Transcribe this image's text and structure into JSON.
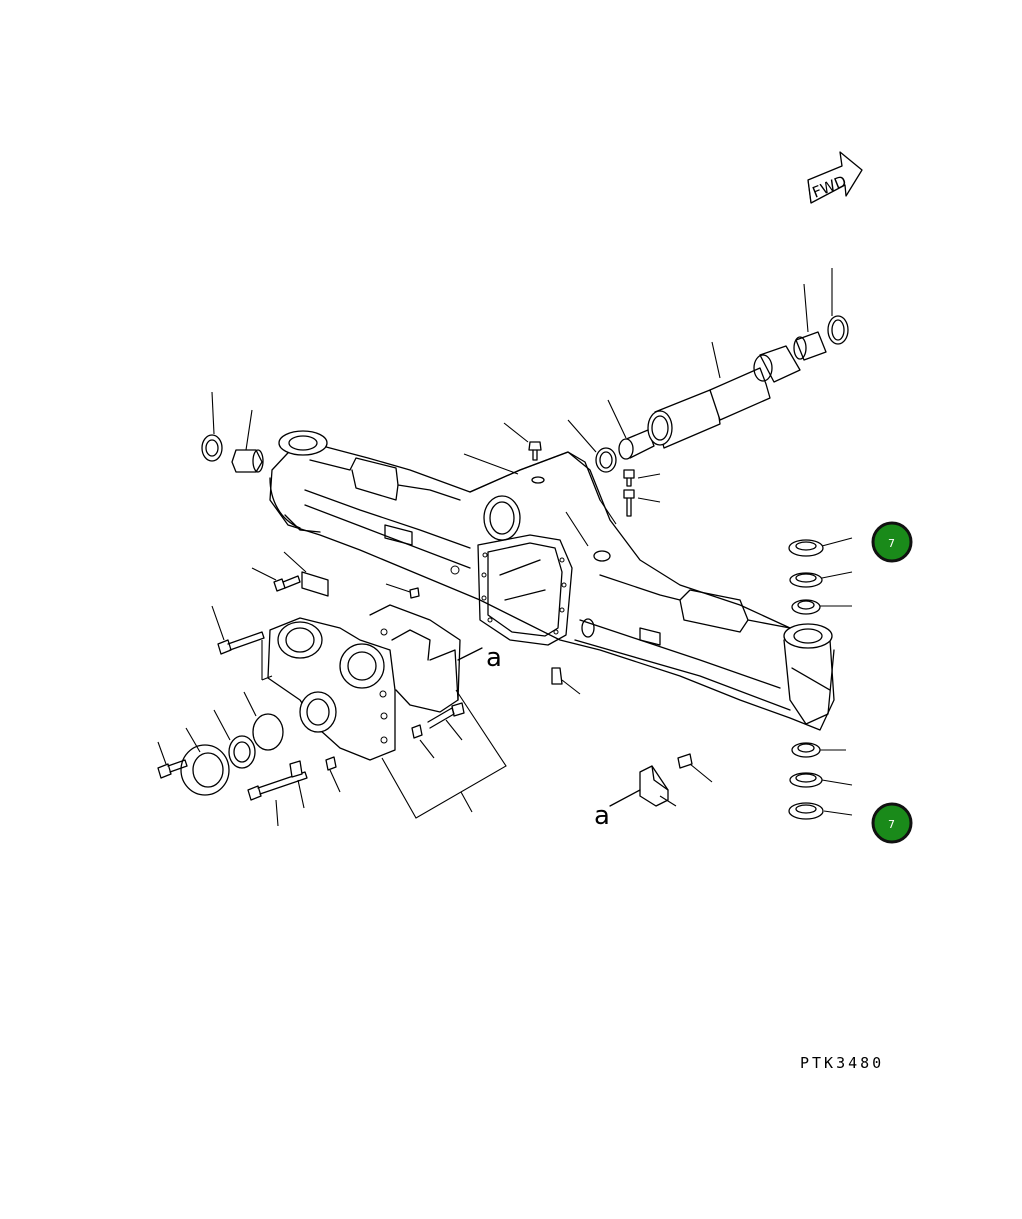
{
  "diagram": {
    "code": "PTK3480",
    "fwd_label": "FWD",
    "detail_letter": "a",
    "badges": [
      {
        "label": "7",
        "color": "#1a8a1a"
      },
      {
        "label": "7",
        "color": "#1a8a1a"
      }
    ]
  }
}
